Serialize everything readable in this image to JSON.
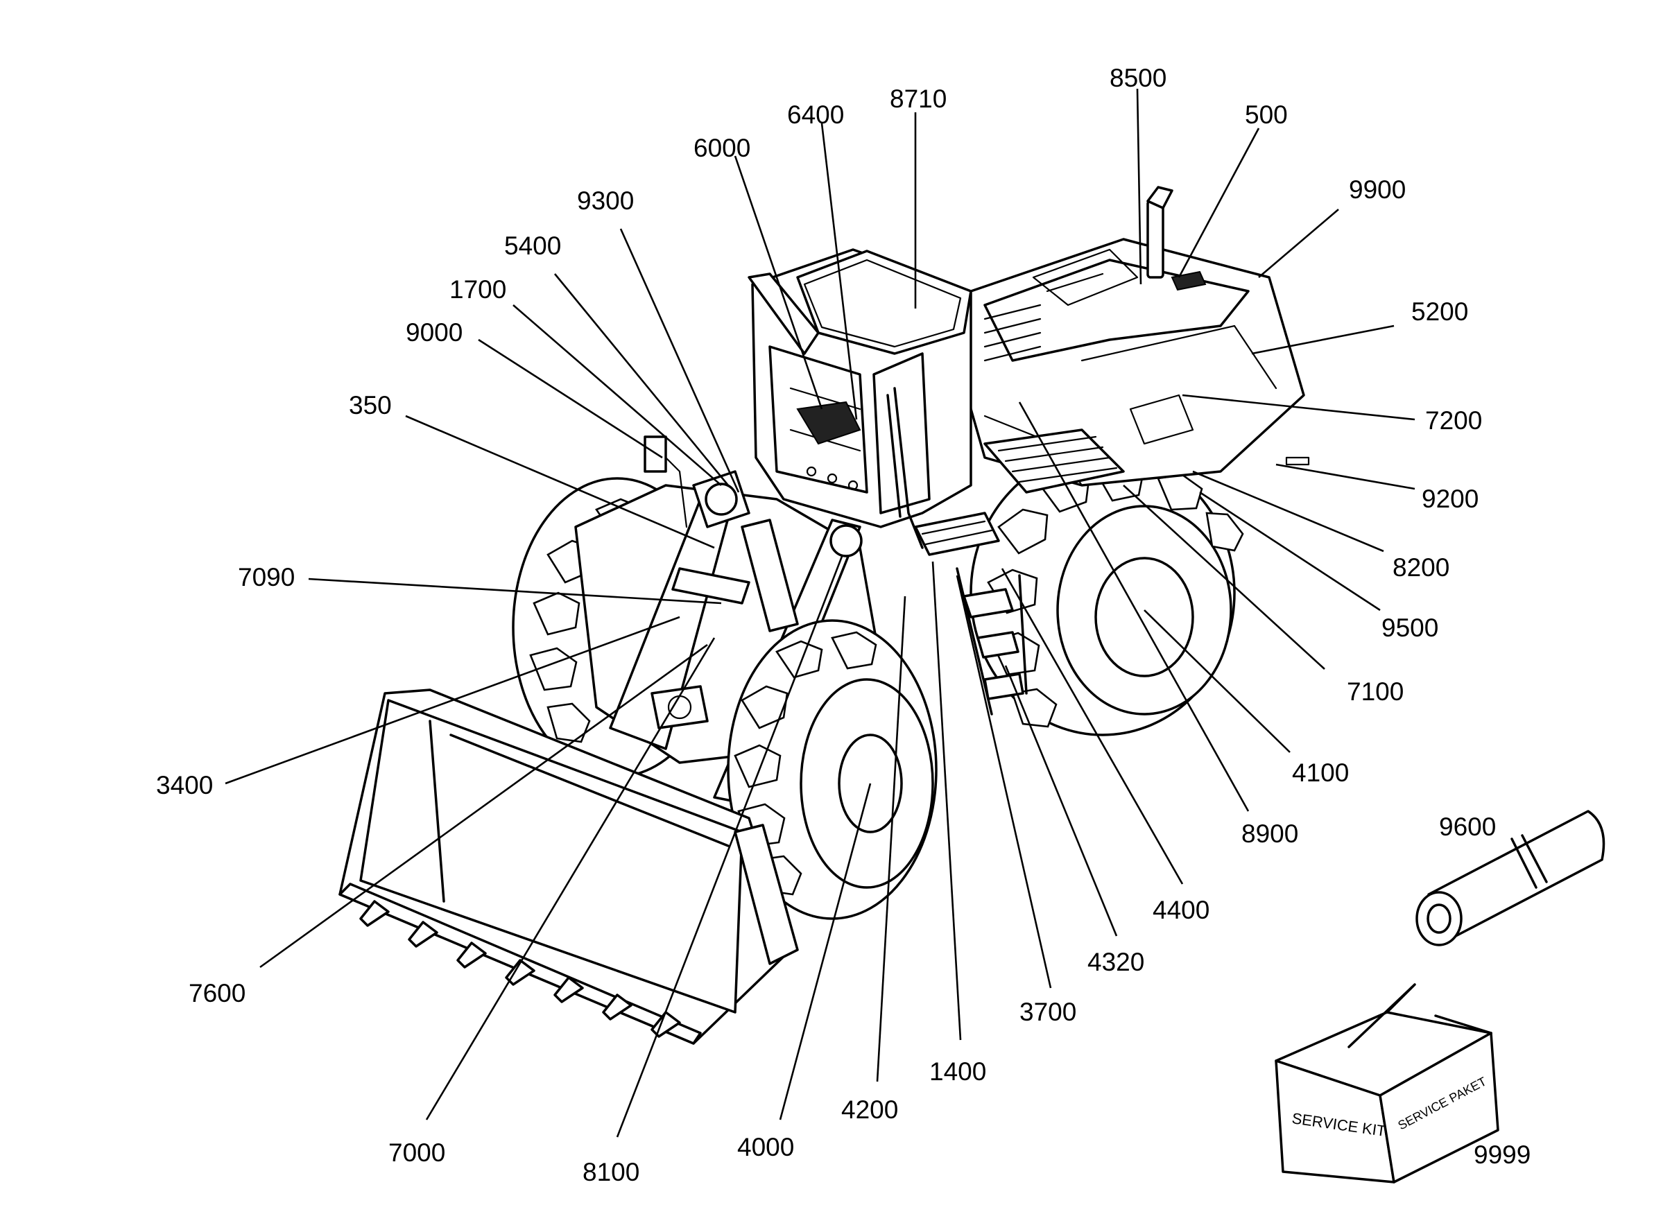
{
  "callouts": [
    {
      "id": "c8500",
      "label": "8500"
    },
    {
      "id": "c500",
      "label": "500"
    },
    {
      "id": "c8710",
      "label": "8710"
    },
    {
      "id": "c6400",
      "label": "6400"
    },
    {
      "id": "c6000",
      "label": "6000"
    },
    {
      "id": "c9900",
      "label": "9900"
    },
    {
      "id": "c9300",
      "label": "9300"
    },
    {
      "id": "c5400",
      "label": "5400"
    },
    {
      "id": "c1700",
      "label": "1700"
    },
    {
      "id": "c5200",
      "label": "5200"
    },
    {
      "id": "c9000",
      "label": "9000"
    },
    {
      "id": "c350",
      "label": "350"
    },
    {
      "id": "c7200",
      "label": "7200"
    },
    {
      "id": "c9200",
      "label": "9200"
    },
    {
      "id": "c8200",
      "label": "8200"
    },
    {
      "id": "c7090",
      "label": "7090"
    },
    {
      "id": "c9500",
      "label": "9500"
    },
    {
      "id": "c7100",
      "label": "7100"
    },
    {
      "id": "c4100",
      "label": "4100"
    },
    {
      "id": "c3400",
      "label": "3400"
    },
    {
      "id": "c8900",
      "label": "8900"
    },
    {
      "id": "c9600",
      "label": "9600"
    },
    {
      "id": "c4400",
      "label": "4400"
    },
    {
      "id": "c4320",
      "label": "4320"
    },
    {
      "id": "c7600",
      "label": "7600"
    },
    {
      "id": "c3700",
      "label": "3700"
    },
    {
      "id": "c1400",
      "label": "1400"
    },
    {
      "id": "c4200",
      "label": "4200"
    },
    {
      "id": "c4000",
      "label": "4000"
    },
    {
      "id": "c7000",
      "label": "7000"
    },
    {
      "id": "c8100",
      "label": "8100"
    },
    {
      "id": "c9999",
      "label": "9999"
    }
  ],
  "service_box": {
    "front_label": "SERVICE KIT",
    "side_label": "SERVICE PAKET"
  }
}
